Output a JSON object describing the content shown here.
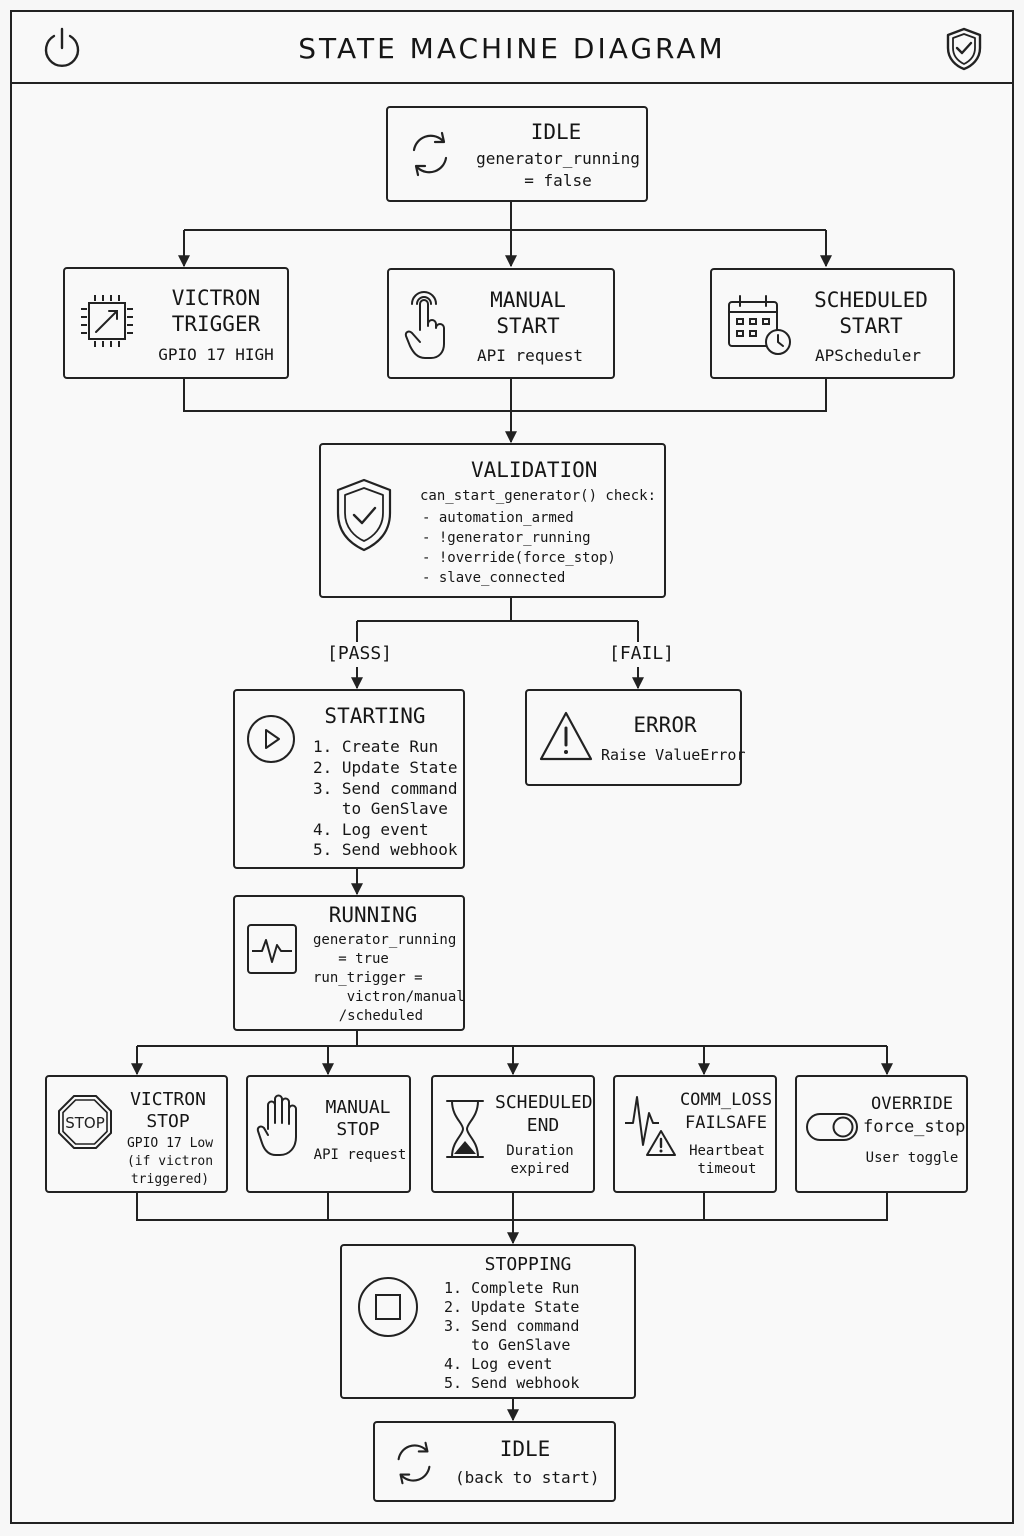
{
  "header": {
    "title": "STATE MACHINE DIAGRAM",
    "left_icon": "power-icon",
    "right_icon": "shield-check-icon"
  },
  "nodes": {
    "idle": {
      "title": "IDLE",
      "detail": "generator_running\n= false",
      "icon": "refresh-icon"
    },
    "victron_trigger": {
      "title": "VICTRON\nTRIGGER",
      "detail": "GPIO 17 HIGH",
      "icon": "chip-icon"
    },
    "manual_start": {
      "title": "MANUAL\nSTART",
      "detail": "API request",
      "icon": "hand-pointer-icon"
    },
    "scheduled_start": {
      "title": "SCHEDULED\nSTART",
      "detail": "APScheduler",
      "icon": "calendar-clock-icon"
    },
    "validation": {
      "title": "VALIDATION",
      "lines": [
        "can_start_generator() check:",
        "- automation_armed",
        "- !generator_running",
        "- !override(force_stop)",
        "- slave_connected"
      ],
      "icon": "shield-check-icon"
    },
    "starting": {
      "title": "STARTING",
      "steps": [
        "1. Create Run",
        "2. Update State",
        "3. Send command",
        "   to GenSlave",
        "4. Log event",
        "5. Send webhook"
      ],
      "icon": "play-icon"
    },
    "error": {
      "title": "ERROR",
      "detail": "Raise ValueError",
      "icon": "warning-icon"
    },
    "running": {
      "title": "RUNNING",
      "lines": [
        "generator_running",
        "   = true",
        "run_trigger =",
        "    victron/manual",
        "    /scheduled"
      ],
      "icon": "pulse-icon"
    },
    "victron_stop": {
      "title": "VICTRON\nSTOP",
      "detail": "GPIO 17 Low\n(if victron\ntriggered)",
      "icon": "stop-sign-icon",
      "icon_text": "STOP"
    },
    "manual_stop": {
      "title": "MANUAL\nSTOP",
      "detail": "API request",
      "icon": "hand-icon"
    },
    "scheduled_end": {
      "title": "SCHEDULED\nEND",
      "detail": "Duration\nexpired",
      "icon": "hourglass-icon"
    },
    "comm_loss": {
      "title": "COMM_LOSS\nFAILSAFE",
      "detail": "Heartbeat\ntimeout",
      "icon": "pulse-warning-icon"
    },
    "override": {
      "title": "OVERRIDE\nforce_stop",
      "detail": "User toggle",
      "icon": "toggle-icon"
    },
    "stopping": {
      "title": "STOPPING",
      "steps": [
        "1. Complete Run",
        "2. Update State",
        "3. Send command",
        "   to GenSlave",
        "4. Log event",
        "5. Send webhook"
      ],
      "icon": "stop-icon"
    },
    "idle_end": {
      "title": "IDLE",
      "detail": "(back to start)",
      "icon": "refresh-icon"
    }
  },
  "edge_labels": {
    "pass": "[PASS]",
    "fail": "[FAIL]"
  },
  "colors": {
    "stroke": "#222222",
    "background": "#f9f9f9"
  }
}
